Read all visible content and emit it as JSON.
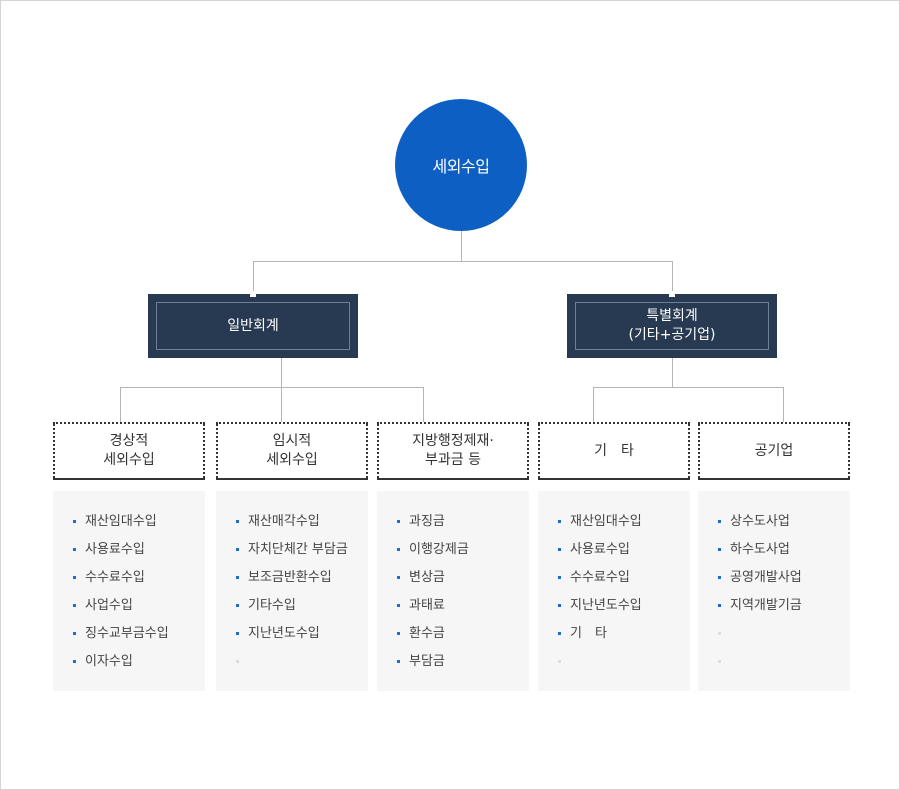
{
  "root": {
    "label": "세외수입"
  },
  "groups": [
    {
      "label": "일반회계",
      "sub": ""
    },
    {
      "label": "특별회계",
      "sub": "(기타+공기업)"
    }
  ],
  "categories": [
    {
      "line1": "경상적",
      "line2": "세외수입",
      "items": [
        "재산임대수입",
        "사용료수입",
        "수수료수입",
        "사업수입",
        "징수교부금수입",
        "이자수입"
      ]
    },
    {
      "line1": "임시적",
      "line2": "세외수입",
      "items": [
        "재산매각수입",
        "자치단체간 부담금",
        "보조금반환수입",
        "기타수입",
        "지난년도수입",
        ""
      ]
    },
    {
      "line1": "지방행정제재·",
      "line2": "부과금 등",
      "items": [
        "과징금",
        "이행강제금",
        "변상금",
        "과태료",
        "환수금",
        "부담금"
      ]
    },
    {
      "line1": "기　타",
      "line2": "",
      "items": [
        "재산임대수입",
        "사용료수입",
        "수수료수입",
        "지난년도수입",
        "기　타",
        ""
      ]
    },
    {
      "line1": "공기업",
      "line2": "",
      "items": [
        "상수도사업",
        "하수도사업",
        "공영개발사업",
        "지역개발기금",
        "",
        ""
      ]
    }
  ]
}
